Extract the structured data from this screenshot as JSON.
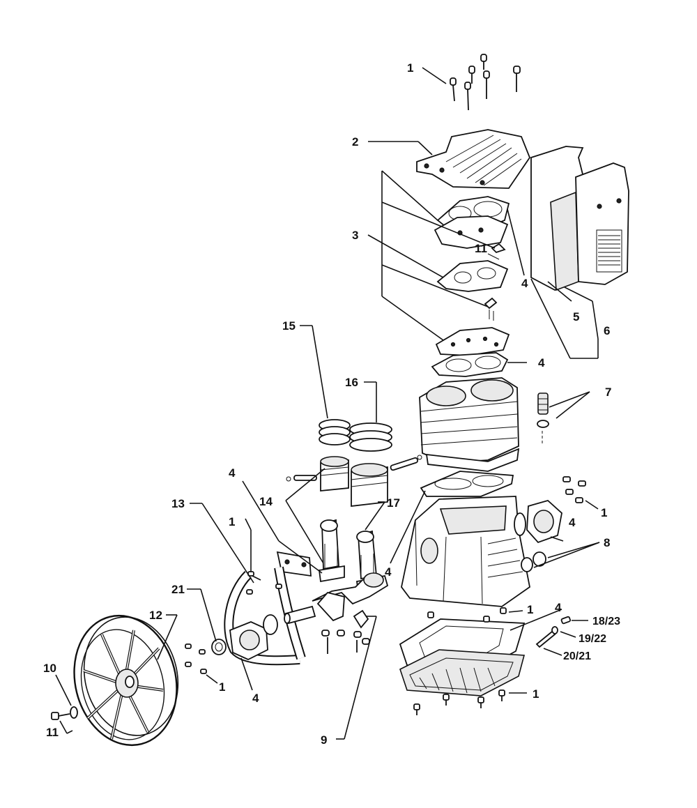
{
  "labels": {
    "l1_top": "1",
    "l2": "2",
    "l3": "3",
    "l11_valve": "11",
    "l4_gasket_top": "4",
    "l5": "5",
    "l6": "6",
    "l4_gasket_mid": "4",
    "l7": "7",
    "l15": "15",
    "l16": "16",
    "l14": "14",
    "l17": "17",
    "l4_conrod": "4",
    "l13": "13",
    "l1_manifold": "1",
    "l1_flange": "1",
    "l4_flange": "4",
    "l8": "8",
    "l4_base": "4",
    "l21": "21",
    "l12": "12",
    "l1_crankbolt": "1",
    "l1_base": "1",
    "l4_pan": "4",
    "l18_23": "18/23",
    "l19_22": "19/22",
    "l20_21": "20/21",
    "l10": "10",
    "l11_wheel": "11",
    "l4_bearing": "4",
    "l1_pan": "1",
    "l9": "9"
  }
}
